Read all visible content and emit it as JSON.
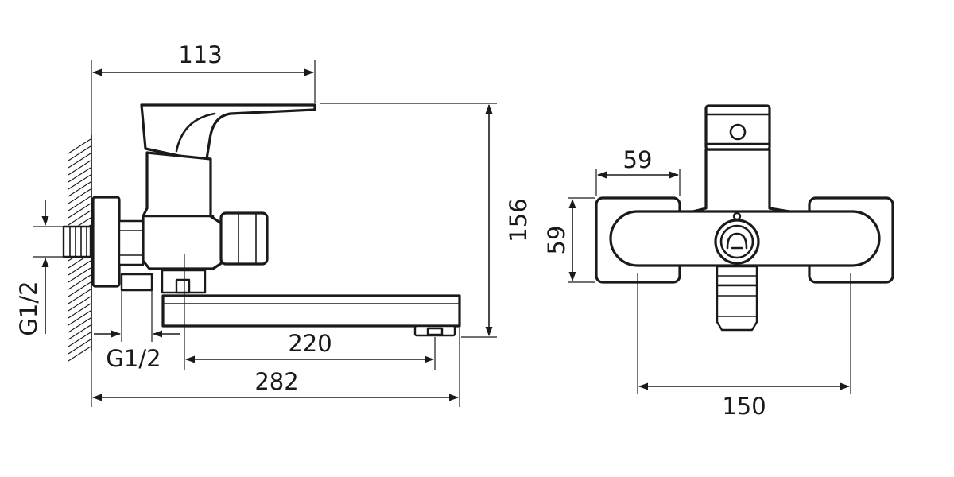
{
  "dimensions": {
    "handle_reach": "113",
    "total_height": "156",
    "spout_length": "220",
    "total_length": "282",
    "inlet_thread_left": "G1/2",
    "inlet_thread_bottom": "G1/2",
    "front_width": "59",
    "front_depth": "59",
    "centre_distance": "150"
  },
  "colors": {
    "line": "#1a1a1a",
    "background": "#ffffff"
  }
}
